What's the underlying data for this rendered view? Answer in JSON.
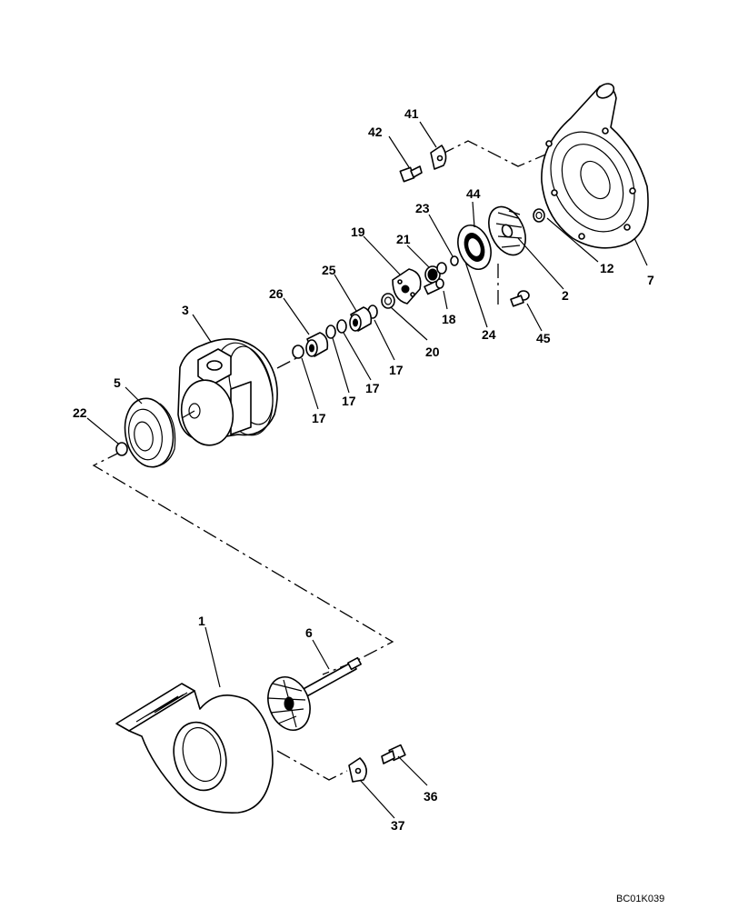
{
  "callouts": {
    "c1": "1",
    "c2": "2",
    "c3": "3",
    "c5": "5",
    "c6": "6",
    "c7": "7",
    "c12": "12",
    "c17a": "17",
    "c17b": "17",
    "c17c": "17",
    "c17d": "17",
    "c18": "18",
    "c19": "19",
    "c20": "20",
    "c21": "21",
    "c22": "22",
    "c23": "23",
    "c24": "24",
    "c25": "25",
    "c26": "26",
    "c36": "36",
    "c37": "37",
    "c41": "41",
    "c42": "42",
    "c44": "44",
    "c45": "45"
  },
  "figure_code": "BC01K039"
}
